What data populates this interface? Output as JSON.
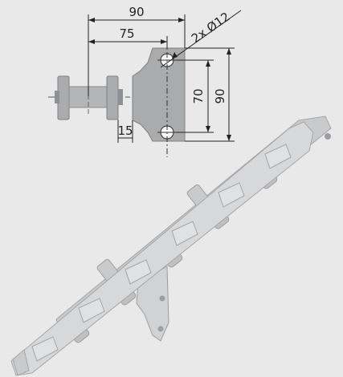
{
  "drawing": {
    "dimensions": {
      "overall_width": "90",
      "hole_offset": "75",
      "hole_callout": "2x Ø12",
      "hole_spacing": "70",
      "overall_height": "90",
      "pin_offset": "15"
    }
  },
  "colors": {
    "background": "#e9e9e9",
    "part_fill": "#a9abad",
    "part_stroke": "#7e8083",
    "dimension_line": "#222222",
    "chain_light": "#d7d8d9",
    "chain_mid": "#bfc0c2",
    "chain_dark": "#9c9ea1"
  }
}
